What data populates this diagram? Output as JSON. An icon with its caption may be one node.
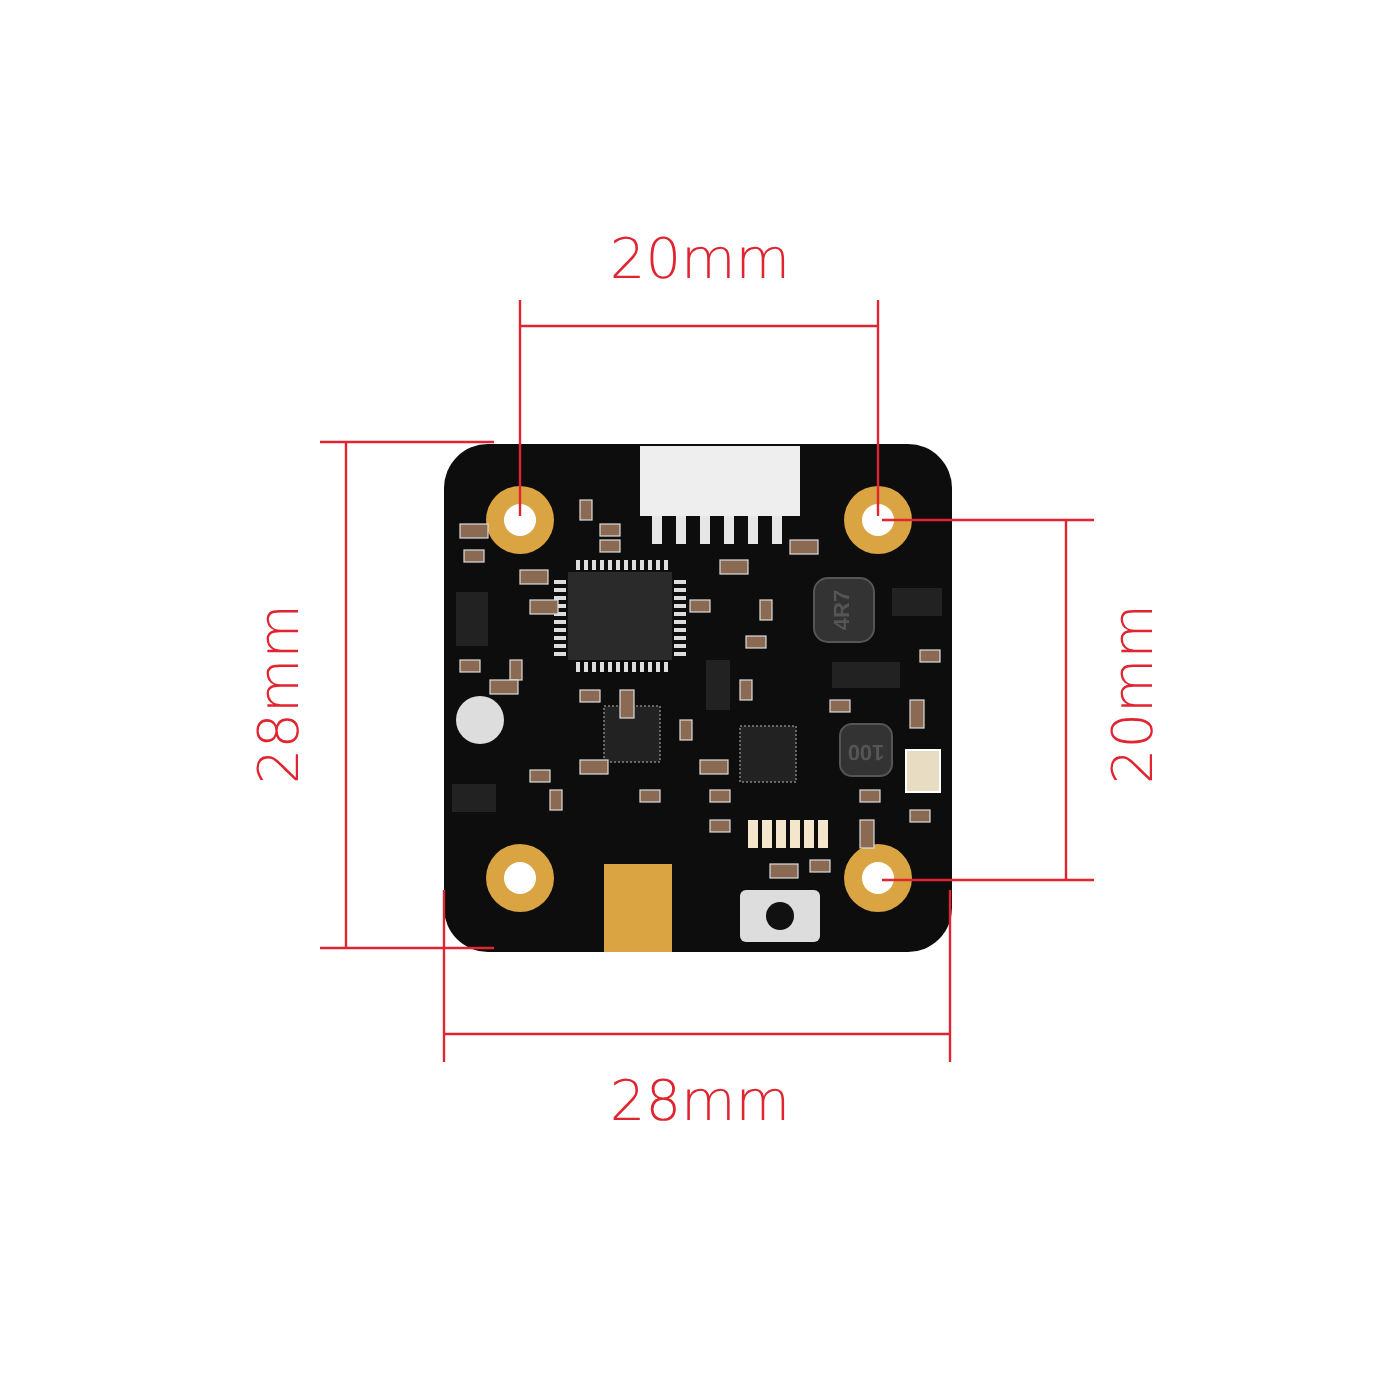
{
  "diagram": {
    "labels": [
      "20mm",
      "28mm",
      "4R7",
      "100",
      "20mm",
      "28mm"
    ]
  }
}
